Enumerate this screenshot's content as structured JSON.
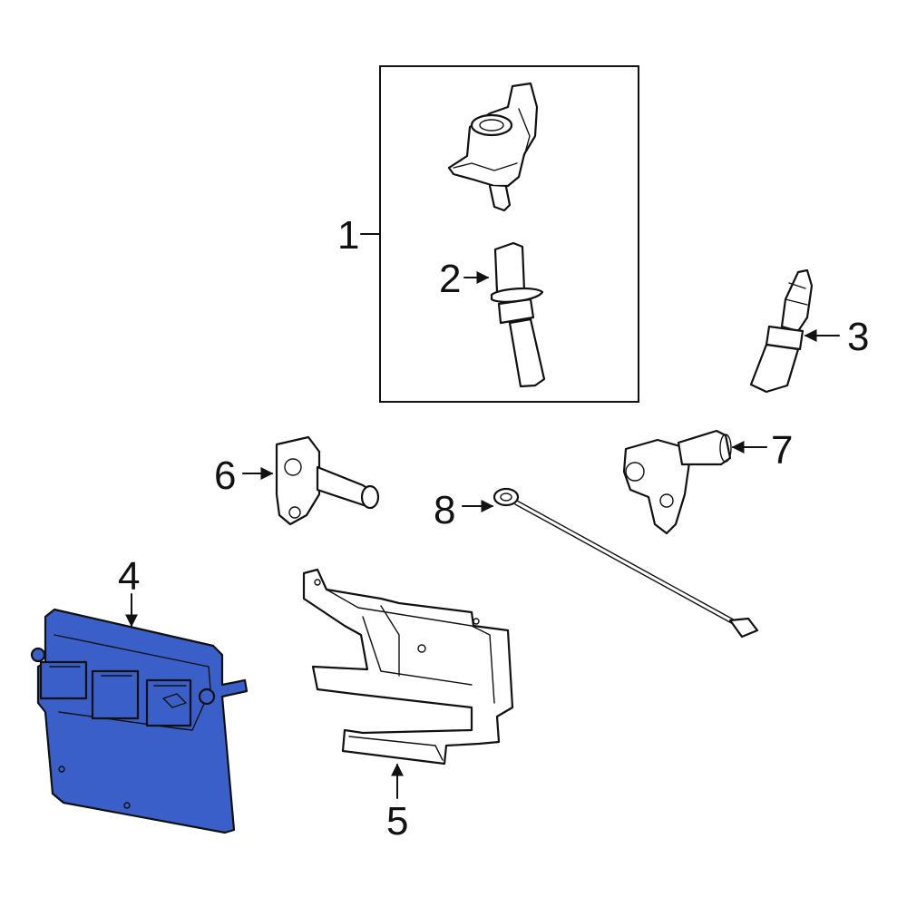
{
  "diagram": {
    "callouts": [
      {
        "id": "1",
        "text": "1"
      },
      {
        "id": "2",
        "text": "2"
      },
      {
        "id": "3",
        "text": "3"
      },
      {
        "id": "4",
        "text": "4"
      },
      {
        "id": "5",
        "text": "5"
      },
      {
        "id": "6",
        "text": "6"
      },
      {
        "id": "7",
        "text": "7"
      },
      {
        "id": "8",
        "text": "8"
      }
    ],
    "highlighted_part": "4",
    "colors": {
      "highlight_fill": "#3a5fc8",
      "line": "#111111",
      "background": "#ffffff"
    }
  }
}
